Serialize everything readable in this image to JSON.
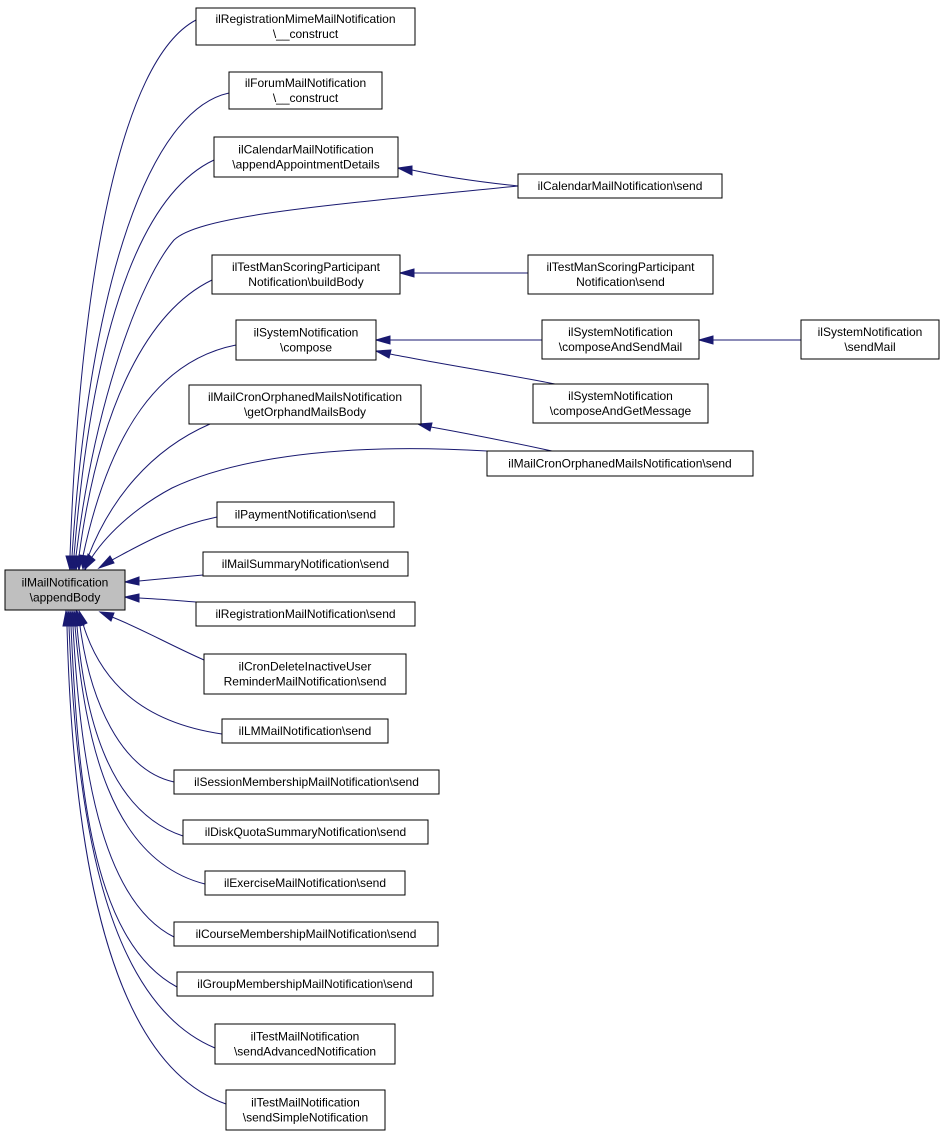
{
  "graph": {
    "title": "",
    "nodes": [
      {
        "id": "n0",
        "lines": [
          "ilMailNotification",
          "\\appendBody"
        ],
        "focus": true
      },
      {
        "id": "n1",
        "lines": [
          "ilRegistrationMimeMailNotification",
          "\\__construct"
        ]
      },
      {
        "id": "n2",
        "lines": [
          "ilForumMailNotification",
          "\\__construct"
        ]
      },
      {
        "id": "n3",
        "lines": [
          "ilCalendarMailNotification",
          "\\appendAppointmentDetails"
        ]
      },
      {
        "id": "n4",
        "lines": [
          "ilCalendarMailNotification\\send"
        ]
      },
      {
        "id": "n5",
        "lines": [
          "ilTestManScoringParticipant",
          "Notification\\buildBody"
        ]
      },
      {
        "id": "n6",
        "lines": [
          "ilTestManScoringParticipant",
          "Notification\\send"
        ]
      },
      {
        "id": "n7",
        "lines": [
          "ilSystemNotification",
          "\\compose"
        ]
      },
      {
        "id": "n8",
        "lines": [
          "ilSystemNotification",
          "\\composeAndSendMail"
        ]
      },
      {
        "id": "n9",
        "lines": [
          "ilSystemNotification",
          "\\sendMail"
        ]
      },
      {
        "id": "n10",
        "lines": [
          "ilSystemNotification",
          "\\composeAndGetMessage"
        ]
      },
      {
        "id": "n11",
        "lines": [
          "ilMailCronOrphanedMailsNotification",
          "\\getOrphandMailsBody"
        ]
      },
      {
        "id": "n12",
        "lines": [
          "ilMailCronOrphanedMailsNotification\\send"
        ]
      },
      {
        "id": "n13",
        "lines": [
          "ilPaymentNotification\\send"
        ]
      },
      {
        "id": "n14",
        "lines": [
          "ilMailSummaryNotification\\send"
        ]
      },
      {
        "id": "n15",
        "lines": [
          "ilRegistrationMailNotification\\send"
        ]
      },
      {
        "id": "n16",
        "lines": [
          "ilCronDeleteInactiveUser",
          "ReminderMailNotification\\send"
        ]
      },
      {
        "id": "n17",
        "lines": [
          "ilLMMailNotification\\send"
        ]
      },
      {
        "id": "n18",
        "lines": [
          "ilSessionMembershipMailNotification\\send"
        ]
      },
      {
        "id": "n19",
        "lines": [
          "ilDiskQuotaSummaryNotification\\send"
        ]
      },
      {
        "id": "n20",
        "lines": [
          "ilExerciseMailNotification\\send"
        ]
      },
      {
        "id": "n21",
        "lines": [
          "ilCourseMembershipMailNotification\\send"
        ]
      },
      {
        "id": "n22",
        "lines": [
          "ilGroupMembershipMailNotification\\send"
        ]
      },
      {
        "id": "n23",
        "lines": [
          "ilTestMailNotification",
          "\\sendAdvancedNotification"
        ]
      },
      {
        "id": "n24",
        "lines": [
          "ilTestMailNotification",
          "\\sendSimpleNotification"
        ]
      }
    ],
    "edges": [
      {
        "from": "n1",
        "to": "n0"
      },
      {
        "from": "n2",
        "to": "n0"
      },
      {
        "from": "n3",
        "to": "n0"
      },
      {
        "from": "n4",
        "to": "n3"
      },
      {
        "from": "n4",
        "to": "n0"
      },
      {
        "from": "n5",
        "to": "n0"
      },
      {
        "from": "n6",
        "to": "n5"
      },
      {
        "from": "n7",
        "to": "n0"
      },
      {
        "from": "n8",
        "to": "n7"
      },
      {
        "from": "n9",
        "to": "n8"
      },
      {
        "from": "n10",
        "to": "n7"
      },
      {
        "from": "n11",
        "to": "n0"
      },
      {
        "from": "n12",
        "to": "n11"
      },
      {
        "from": "n12",
        "to": "n0"
      },
      {
        "from": "n13",
        "to": "n0"
      },
      {
        "from": "n14",
        "to": "n0"
      },
      {
        "from": "n15",
        "to": "n0"
      },
      {
        "from": "n16",
        "to": "n0"
      },
      {
        "from": "n17",
        "to": "n0"
      },
      {
        "from": "n18",
        "to": "n0"
      },
      {
        "from": "n19",
        "to": "n0"
      },
      {
        "from": "n20",
        "to": "n0"
      },
      {
        "from": "n21",
        "to": "n0"
      },
      {
        "from": "n22",
        "to": "n0"
      },
      {
        "from": "n23",
        "to": "n0"
      },
      {
        "from": "n24",
        "to": "n0"
      }
    ],
    "colors": {
      "edge": "#191970",
      "node_border": "#000000",
      "node_fill": "#ffffff",
      "focus_fill": "#bfbfbf"
    }
  }
}
